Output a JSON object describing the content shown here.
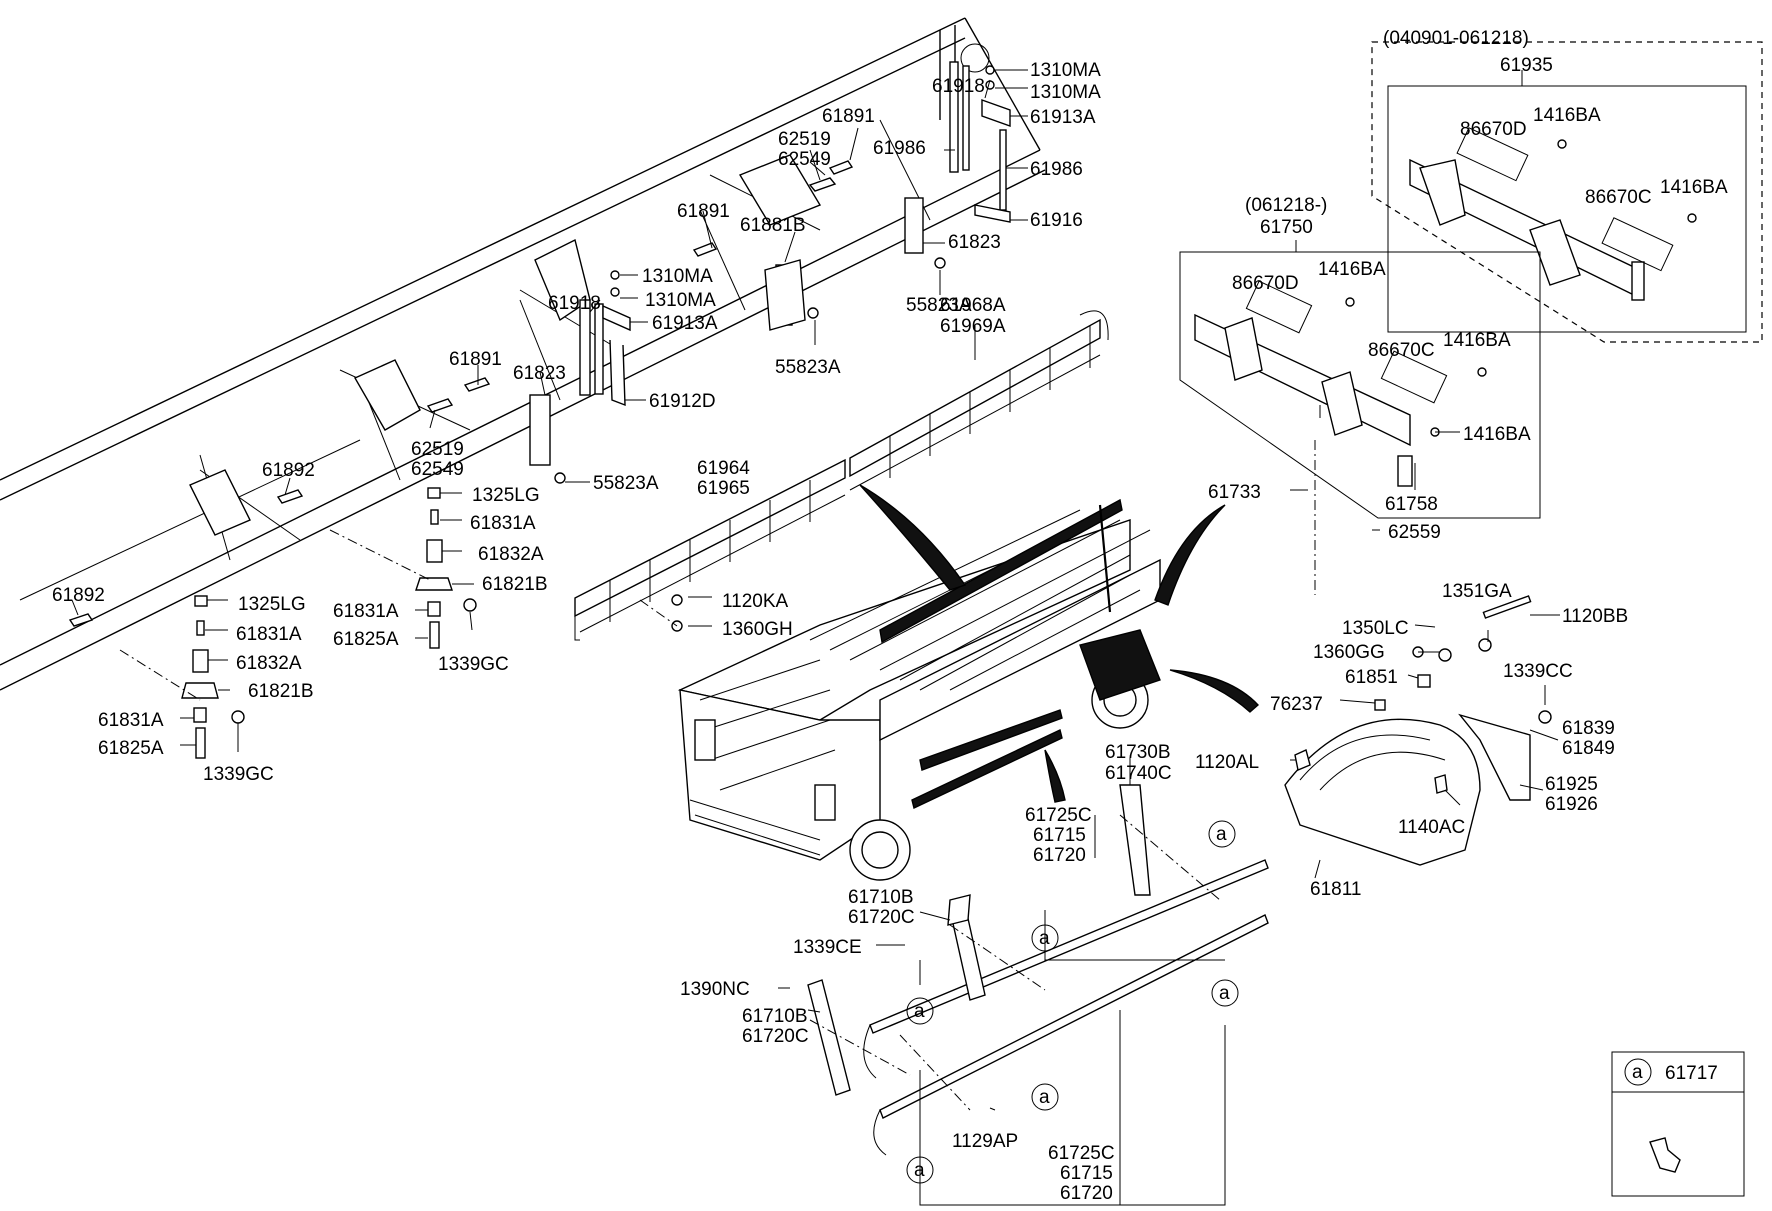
{
  "labels": [
    "1310MA",
    "1310MA",
    "61918",
    "61913A",
    "61891",
    "62519",
    "62549",
    "61986",
    "61986",
    "61916",
    "61891",
    "61881B",
    "61823",
    "55823A",
    "61968A",
    "61969A",
    "1310MA",
    "1310MA",
    "61918",
    "61913A",
    "55823A",
    "61891",
    "61823",
    "61912D",
    "62519",
    "62549",
    "55823A",
    "61892",
    "1325LG",
    "61831A",
    "61832A",
    "61821B",
    "61892",
    "1325LG",
    "61831A",
    "61831A",
    "61825A",
    "1339GC",
    "61832A",
    "61821B",
    "61831A",
    "61825A",
    "1339GC",
    "61964",
    "61965",
    "1120KA",
    "1360GH",
    "(040901-061218)",
    "61935",
    "86670D",
    "1416BA",
    "86670C",
    "1416BA",
    "(061218-)",
    "61750",
    "86670D",
    "1416BA",
    "86670C",
    "1416BA",
    "1416BA",
    "61758",
    "61733",
    "62559",
    "1351GA",
    "1120BB",
    "1350LC",
    "1360GG",
    "61851",
    "1339CC",
    "76237",
    "61839",
    "61849",
    "1120AL",
    "61925",
    "61926",
    "1140AC",
    "61811",
    "61730B",
    "61740C",
    "61725C",
    "61715",
    "61720",
    "61710B",
    "61720C",
    "1339CE",
    "1390NC",
    "61710B",
    "61720C",
    "1129AP",
    "61725C",
    "61715",
    "61720",
    "61717"
  ],
  "callout_letter": "a"
}
